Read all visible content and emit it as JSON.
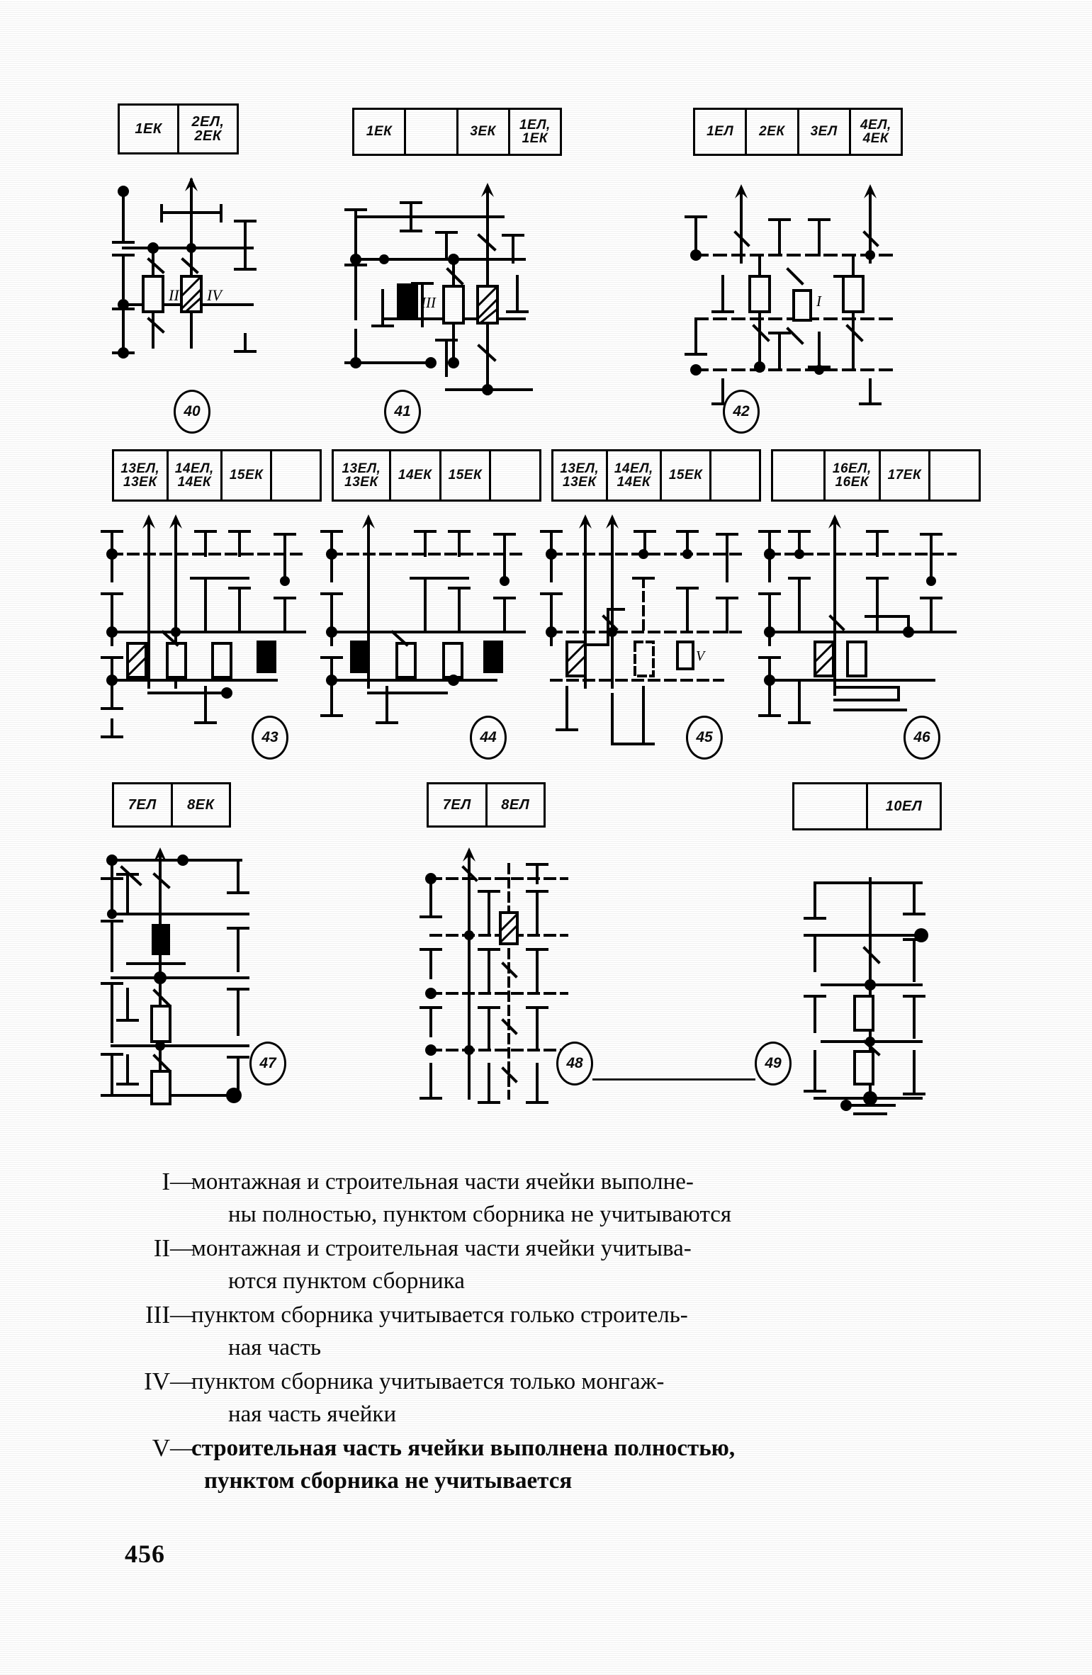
{
  "page": {
    "number": "456",
    "language": "ru"
  },
  "diagrams": [
    {
      "figure": "40",
      "header_cells": [
        "1ЕК",
        "2ЕЛ,\n2ЕК"
      ],
      "element_labels": [
        "II",
        "IV"
      ]
    },
    {
      "figure": "41",
      "header_cells": [
        "1ЕК",
        "",
        "3ЕК",
        "1ЕЛ,\n1ЕК"
      ],
      "element_labels": [
        "III"
      ]
    },
    {
      "figure": "42",
      "header_cells": [
        "1ЕЛ",
        "2ЕК",
        "3ЕЛ",
        "4ЕЛ,\n4ЕК"
      ],
      "element_labels": [
        "I"
      ]
    },
    {
      "figure": "43",
      "header_cells": [
        "13ЕЛ,\n13ЕК",
        "14ЕЛ,\n14ЕК",
        "15ЕК",
        ""
      ],
      "element_labels": []
    },
    {
      "figure": "44",
      "header_cells": [
        "13ЕЛ,\n13ЕК",
        "14ЕК",
        "15ЕК",
        ""
      ],
      "element_labels": []
    },
    {
      "figure": "45",
      "header_cells": [
        "13ЕЛ,\n13ЕК",
        "14ЕЛ,\n14ЕК",
        "15ЕК",
        ""
      ],
      "element_labels": [
        "V"
      ]
    },
    {
      "figure": "46",
      "header_cells": [
        "",
        "16ЕЛ,\n16ЕК",
        "17ЕК",
        ""
      ],
      "element_labels": []
    },
    {
      "figure": "47",
      "header_cells": [
        "7ЕЛ",
        "8ЕК"
      ],
      "element_labels": []
    },
    {
      "figure": "48",
      "header_cells": [
        "7ЕЛ",
        "8ЕЛ"
      ],
      "element_labels": []
    },
    {
      "figure": "49",
      "header_cells": [
        "",
        "10ЕЛ"
      ],
      "element_labels": []
    }
  ],
  "legend": {
    "items": [
      {
        "numeral": "I",
        "dash": "—",
        "line1": "монтажная и строительная части ячейки выполне-",
        "line2": "ны полностью, пунктом  сборника не учитываются"
      },
      {
        "numeral": "II",
        "dash": "—",
        "line1": "монтажная и строительная части ячейки учитыва-",
        "line2": "ются пунктом сборника"
      },
      {
        "numeral": "III",
        "dash": "—",
        "line1": "пунктом сборника учитывается голько строитель-",
        "line2": "ная часть"
      },
      {
        "numeral": "IV",
        "dash": "—",
        "line1": "пунктом сборника  учитывается  только монгаж-",
        "line2": "ная часть ячейки"
      },
      {
        "numeral": "V",
        "dash": "—",
        "line1": "строительная часть ячейки  выполнена полностью,",
        "line2": "пунктом сборника не учитывается"
      }
    ]
  },
  "colors": {
    "ink": "#0a0a0a",
    "paper": "#fefefe"
  }
}
